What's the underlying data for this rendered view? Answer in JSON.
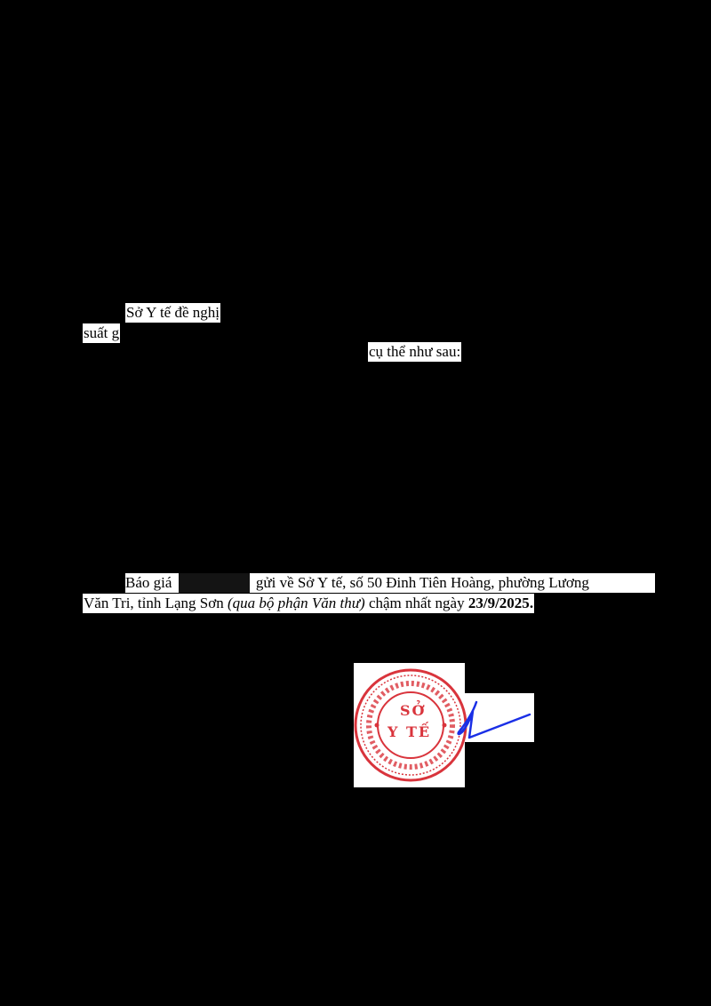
{
  "document": {
    "fragments": {
      "top_1": "Sở Y tế đề nghị",
      "top_2": "suất g",
      "top_3": "cụ thể như sau:"
    },
    "closing": {
      "line1_start": "Báo giá",
      "line1_end": "gửi về Sở Y tế, số 50 Đinh Tiên Hoàng, phường Lương",
      "line2_start": "Văn Tri, tỉnh Lạng Sơn",
      "line2_italic": "(qua bộ phận Văn thư)",
      "line2_mid": "chậm nhất ngày",
      "deadline": "23/9/2025",
      "period": "."
    }
  },
  "seal": {
    "line1": "SỞ",
    "line2": "Y TẾ",
    "seal_color": "#d9343c",
    "signature_color": "#1a2fe6"
  }
}
